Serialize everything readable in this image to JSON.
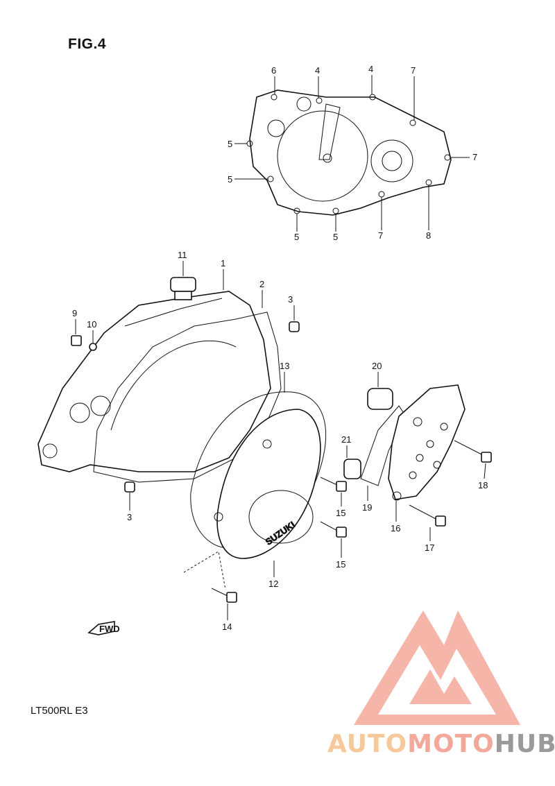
{
  "figure_title": "FIG.4",
  "model_code": "LT500RL  E3",
  "cover_text": "SUZUKI",
  "fwd_text": "FWD",
  "watermark": {
    "part1": "AUTO",
    "part2": "MOTO",
    "part3": "HUB"
  },
  "colors": {
    "watermark_orange": "#f6c89a",
    "watermark_red": "#f3a89a",
    "watermark_gray": "#9a9a9a"
  },
  "callouts": [
    "6",
    "4",
    "4",
    "7",
    "5",
    "7",
    "5",
    "5",
    "5",
    "7",
    "8",
    "11",
    "1",
    "2",
    "3",
    "9",
    "10",
    "13",
    "20",
    "21",
    "18",
    "15",
    "19",
    "16",
    "17",
    "15",
    "3",
    "12",
    "14"
  ]
}
